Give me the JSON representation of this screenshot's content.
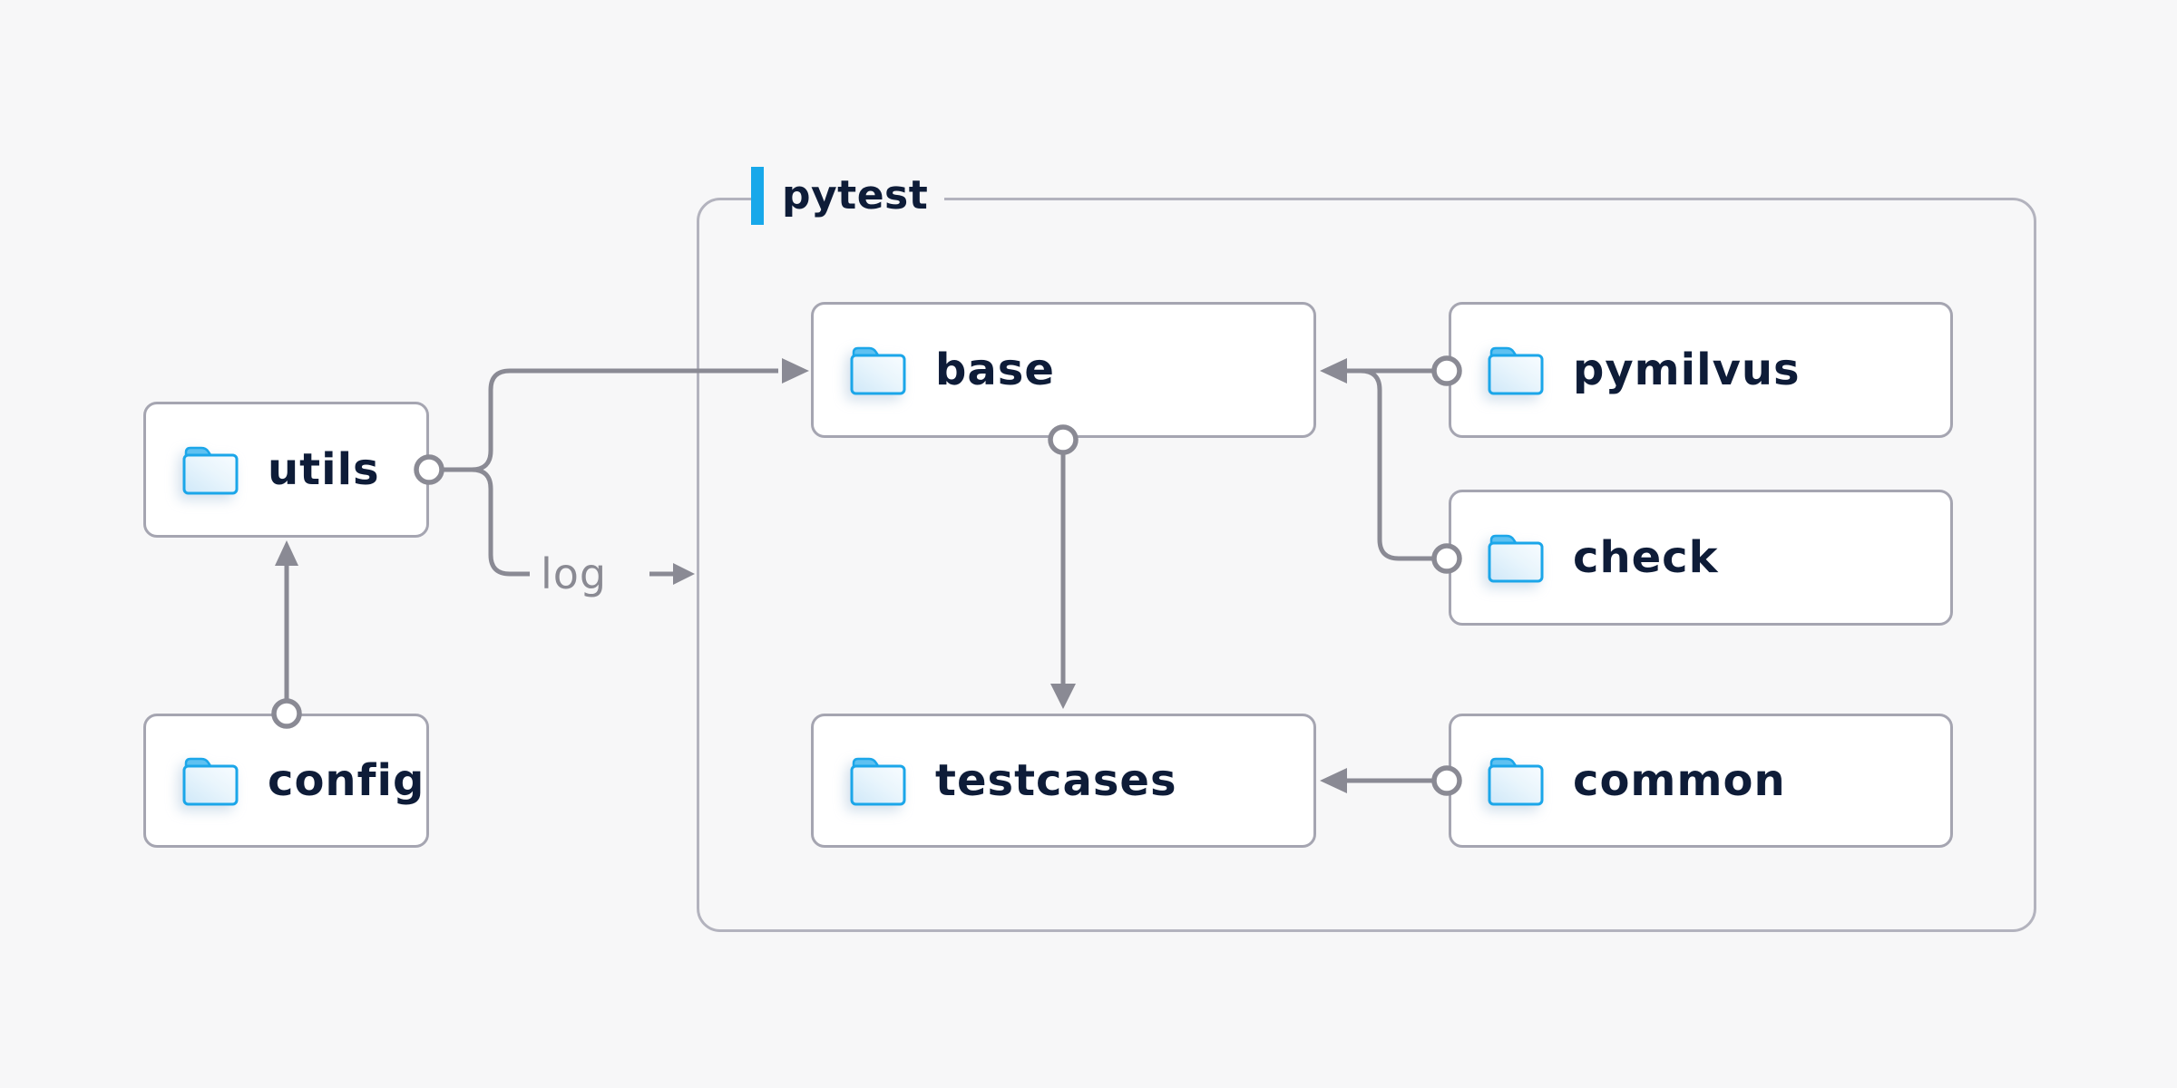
{
  "diagram": {
    "group": {
      "label": "pytest"
    },
    "nodes": {
      "utils": {
        "label": "utils"
      },
      "config": {
        "label": "config"
      },
      "base": {
        "label": "base"
      },
      "pymilvus": {
        "label": "pymilvus"
      },
      "check": {
        "label": "check"
      },
      "testcases": {
        "label": "testcases"
      },
      "common": {
        "label": "common"
      }
    },
    "edge_label": {
      "text": "log"
    },
    "edges": [
      {
        "from": "config",
        "to": "utils"
      },
      {
        "from": "utils",
        "to": "base"
      },
      {
        "from": "utils",
        "to": "pytest",
        "label": "log"
      },
      {
        "from": "base",
        "to": "testcases"
      },
      {
        "from": "pymilvus",
        "to": "base"
      },
      {
        "from": "check",
        "to": "base"
      },
      {
        "from": "common",
        "to": "testcases"
      }
    ],
    "icons": {
      "node_icon": "folder-icon",
      "accent": "accent-bar"
    },
    "colors": {
      "background": "#f7f7f8",
      "node_fill": "#ffffff",
      "node_border": "#a5a5b1",
      "container_border": "#b3b3be",
      "connector": "#8a8a94",
      "label_text": "#0e1c38",
      "muted_text": "#8a8a93",
      "accent_blue": "#18a8ea",
      "folder_stroke": "#1ba6e9",
      "folder_tab": "#5ec1f1",
      "folder_fill_light": "#f8fcff",
      "folder_fill_dark": "#cfe8f9"
    }
  }
}
